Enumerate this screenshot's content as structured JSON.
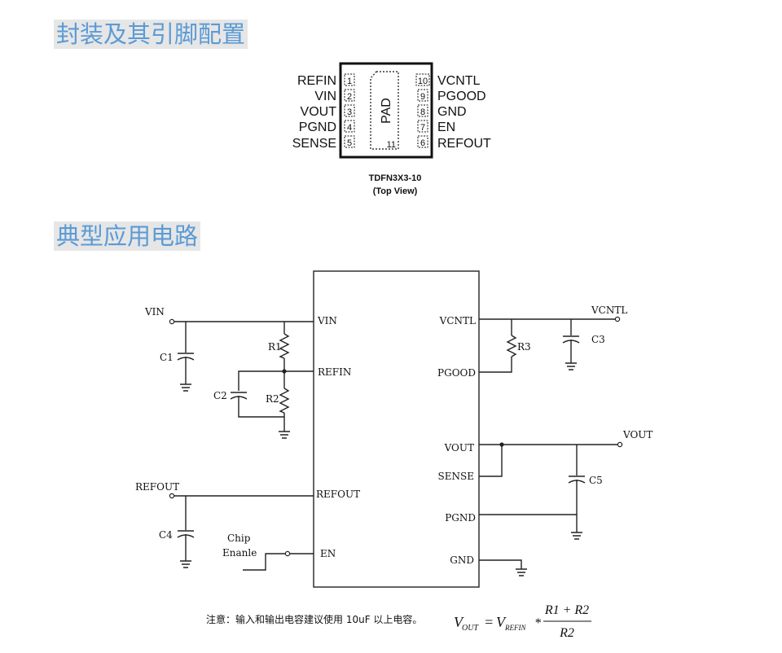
{
  "sections": {
    "package_title": "封装及其引脚配置",
    "circuit_title": "典型应用电路"
  },
  "package": {
    "left_pins": [
      {
        "name": "REFIN",
        "num": "1"
      },
      {
        "name": "VIN",
        "num": "2"
      },
      {
        "name": "VOUT",
        "num": "3"
      },
      {
        "name": "PGND",
        "num": "4"
      },
      {
        "name": "SENSE",
        "num": "5"
      }
    ],
    "right_pins": [
      {
        "name": "VCNTL",
        "num": "10"
      },
      {
        "name": "PGOOD",
        "num": "9"
      },
      {
        "name": "GND",
        "num": "8"
      },
      {
        "name": "EN",
        "num": "7"
      },
      {
        "name": "REFOUT",
        "num": "6"
      }
    ],
    "pad_label": "PAD",
    "pad_num": "11",
    "name": "TDFN3X3-10",
    "view": "(Top View)"
  },
  "schematic": {
    "ic_pins_left": [
      "VIN",
      "REFIN",
      "REFOUT",
      "EN"
    ],
    "ic_pins_right": [
      "VCNTL",
      "PGOOD",
      "VOUT",
      "SENSE",
      "PGND",
      "GND"
    ],
    "nets": {
      "vin": "VIN",
      "vcntl": "VCNTL",
      "vout": "VOUT",
      "refout": "REFOUT"
    },
    "components": {
      "c1": "C1",
      "c2": "C2",
      "c3": "C3",
      "c4": "C4",
      "c5": "C5",
      "r1": "R1",
      "r2": "R2",
      "r3": "R3"
    },
    "chip_enable": [
      "Chip",
      "Enanle"
    ]
  },
  "note": {
    "text": "注意：输入和输出电容建议使用 10uF 以上电容。",
    "formula": {
      "lhs": "V",
      "lhs_sub": "OUT",
      "eq": "=",
      "rhs": "V",
      "rhs_sub": "REFIN",
      "times": "*",
      "numerator": "R1 + R2",
      "denominator": "R2"
    }
  }
}
